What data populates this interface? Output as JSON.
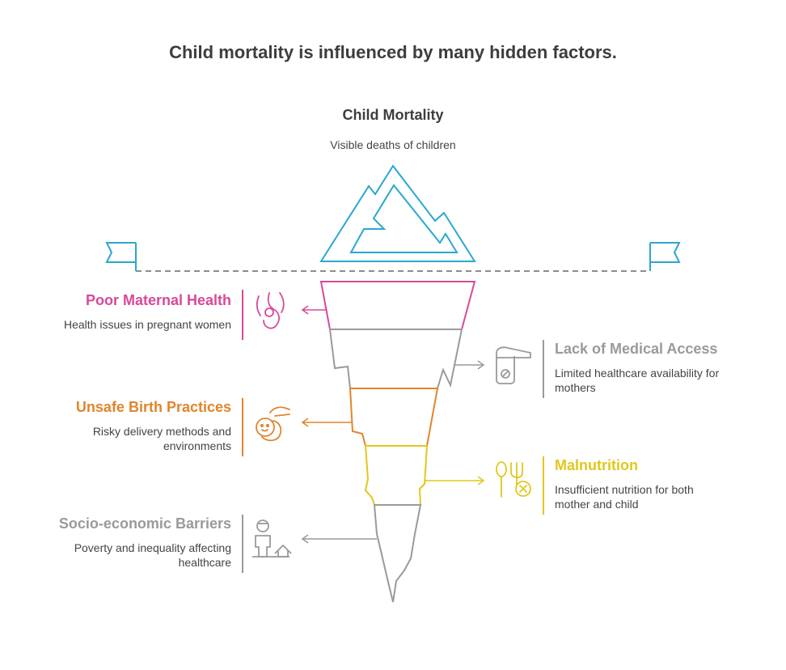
{
  "title": "Child mortality is influenced by many hidden factors.",
  "tip": {
    "title": "Child Mortality",
    "description": "Visible deaths of children",
    "color": "#29a8d0"
  },
  "layers": [
    {
      "id": "poor-maternal-health",
      "title": "Poor Maternal Health",
      "description": "Health issues in pregnant women",
      "color": "#d9489a",
      "side": "left",
      "icon": "pregnant-woman-icon"
    },
    {
      "id": "lack-of-medical-access",
      "title": "Lack of Medical Access",
      "description": "Limited healthcare availability for mothers",
      "color": "#9a9a9a",
      "side": "right",
      "icon": "locked-door-icon"
    },
    {
      "id": "unsafe-birth-practices",
      "title": "Unsafe Birth Practices",
      "description": "Risky delivery methods and environments",
      "color": "#e0852c",
      "side": "left",
      "icon": "baby-hand-icon"
    },
    {
      "id": "malnutrition",
      "title": "Malnutrition",
      "description": "Insufficient nutrition for both mother and child",
      "color": "#e2c71d",
      "side": "right",
      "icon": "no-food-icon"
    },
    {
      "id": "socio-economic-barriers",
      "title": "Socio-economic Barriers",
      "description": "Poverty and inequality affecting healthcare",
      "color": "#9a9a9a",
      "side": "left",
      "icon": "person-house-icon"
    }
  ],
  "waterline_color": "#666666"
}
